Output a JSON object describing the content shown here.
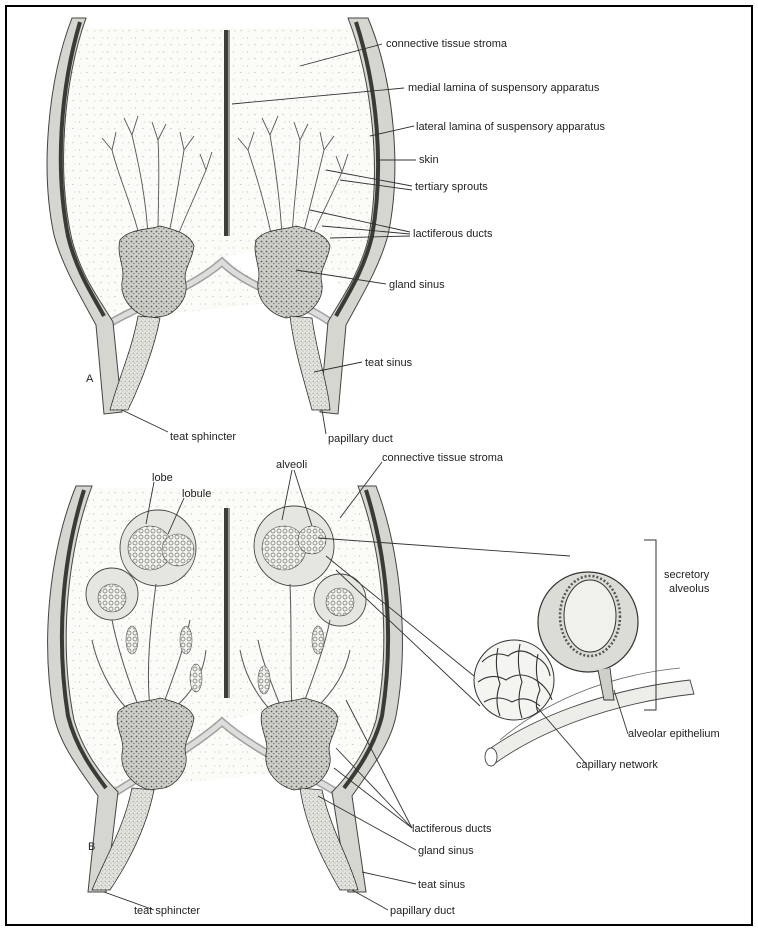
{
  "panel_a": {
    "letter": "A",
    "labels": {
      "stroma": "connective tissue stroma",
      "medial_lamina": "medial lamina of suspensory apparatus",
      "lateral_lamina": "lateral lamina of suspensory apparatus",
      "skin": "skin",
      "tertiary_sprouts": "tertiary sprouts",
      "lactiferous_ducts": "lactiferous ducts",
      "gland_sinus": "gland sinus",
      "teat_sinus": "teat sinus",
      "teat_sphincter": "teat sphincter",
      "papillary_duct": "papillary duct"
    }
  },
  "panel_b": {
    "letter": "B",
    "labels": {
      "lobe": "lobe",
      "lobule": "lobule",
      "alveoli": "alveoli",
      "stroma": "connective tissue stroma",
      "secretory_1": "secretory",
      "secretory_2": "alveolus",
      "alveolar_epithelium": "alveolar epithelium",
      "capillary_network": "capillary network",
      "lactiferous_ducts": "lactiferous ducts",
      "gland_sinus": "gland sinus",
      "teat_sinus": "teat sinus",
      "teat_sphincter": "teat sphincter",
      "papillary_duct": "papillary duct"
    }
  }
}
